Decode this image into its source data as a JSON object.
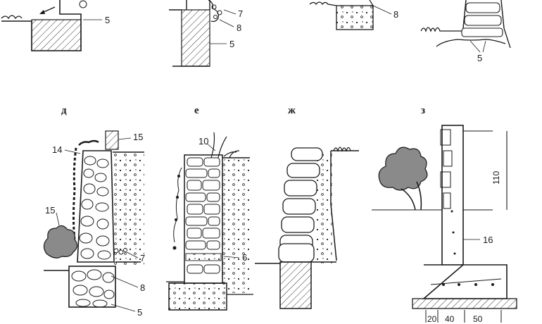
{
  "panel_letters": {
    "d": "д",
    "e": "е",
    "zh": "ж",
    "z": "з"
  },
  "callouts": {
    "top_a_5": "5",
    "top_b_7": "7",
    "top_b_8": "8",
    "top_b_5": "5",
    "top_c_8": "8",
    "top_d_5": "5",
    "d_15_top": "15",
    "d_14": "14",
    "d_15_left": "15",
    "d_7": "7",
    "d_8": "8",
    "d_5": "5",
    "e_10": "10",
    "e_6": "6",
    "z_16": "16"
  },
  "dimensions": {
    "height": "110",
    "w1": "20",
    "w2": "40",
    "w3": "50"
  },
  "colors": {
    "ink": "#1a1a1a",
    "paper": "#ffffff"
  }
}
